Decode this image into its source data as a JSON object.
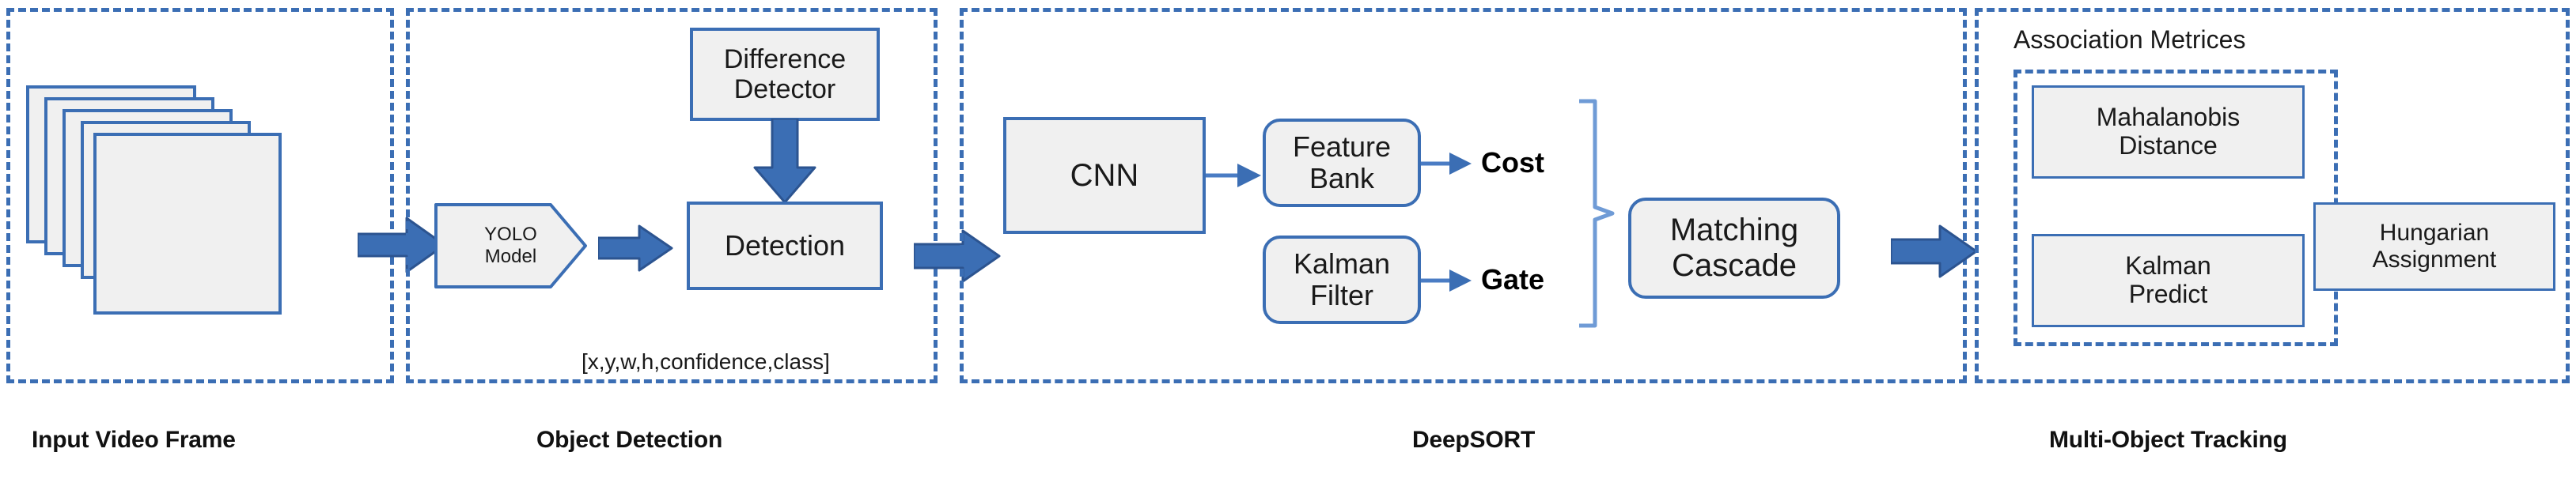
{
  "diagram": {
    "title_present": false,
    "accent_color": "#3B6EB4",
    "node_fill": "#F0F0F0",
    "text_color": "#1A1A1A",
    "stages": [
      {
        "id": "input",
        "caption": "Input Video Frame"
      },
      {
        "id": "detection",
        "caption": "Object Detection"
      },
      {
        "id": "deepsort",
        "caption": "DeepSORT"
      },
      {
        "id": "tracking",
        "caption": "Multi-Object Tracking"
      }
    ]
  },
  "input_stage": {
    "frame_stack_count": 5
  },
  "detection_stage": {
    "difference_detector": "Difference\nDetector",
    "yolo_model": "YOLO\nModel",
    "detection": "Detection",
    "output_vector": "[x,y,w,h,confidence,class]"
  },
  "deepsort_stage": {
    "cnn": "CNN",
    "feature_bank": "Feature\nBank",
    "kalman_filter": "Kalman\nFilter",
    "cost_label": "Cost",
    "gate_label": "Gate",
    "matching_cascade": "Matching\nCascade"
  },
  "tracking_stage": {
    "association_metrics_title": "Association Metrices",
    "mahalanobis_distance": "Mahalanobis\nDistance",
    "kalman_predict": "Kalman\nPredict",
    "hungarian_assignment": "Hungarian\nAssignment"
  }
}
